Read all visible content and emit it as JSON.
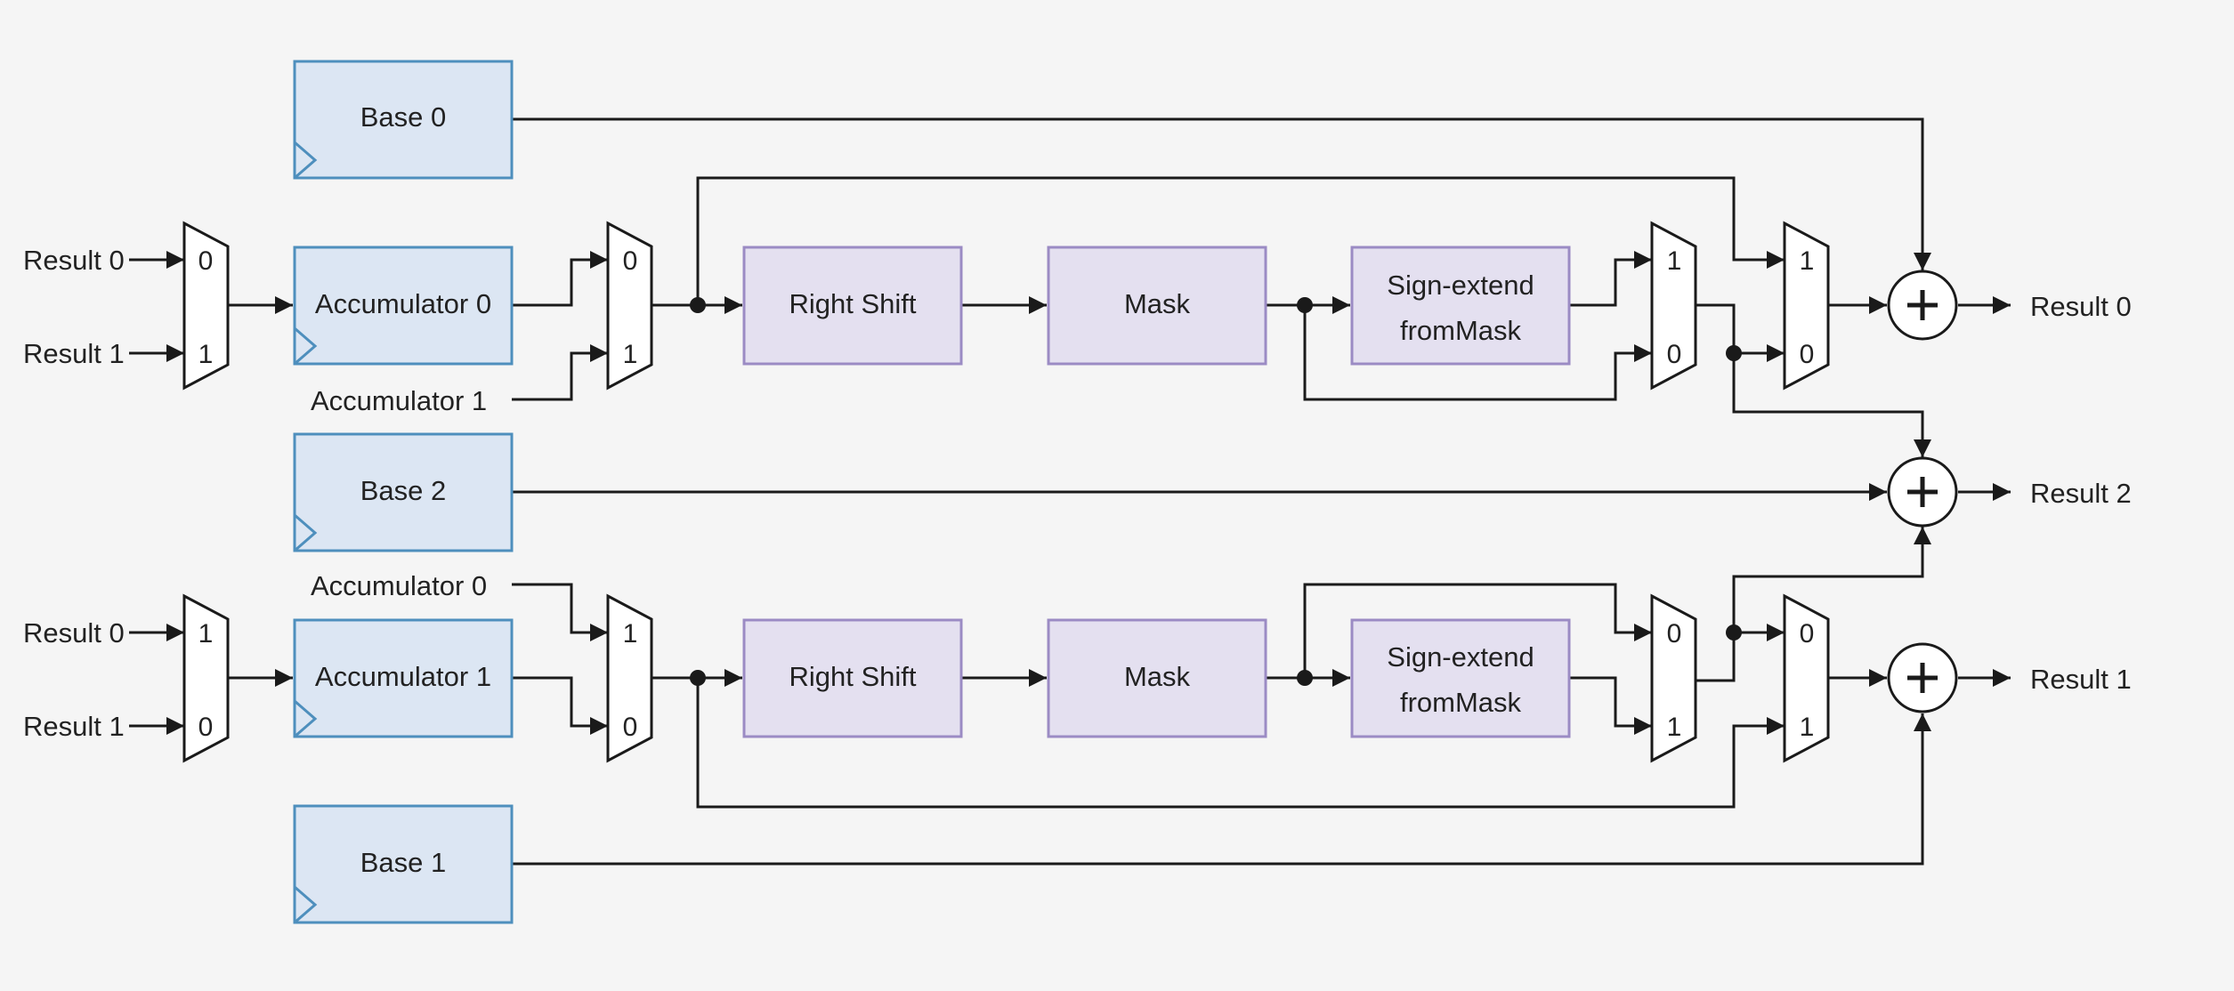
{
  "registers": {
    "base0": "Base 0",
    "acc0": "Accumulator 0",
    "base2": "Base 2",
    "acc1": "Accumulator 1",
    "base1": "Base 1"
  },
  "blocks": {
    "top": {
      "shift": "Right Shift",
      "mask": "Mask",
      "sign_line1": "Sign-extend",
      "sign_line2": "fromMask"
    },
    "bottom": {
      "shift": "Right Shift",
      "mask": "Mask",
      "sign_line1": "Sign-extend",
      "sign_line2": "fromMask"
    }
  },
  "inputs": {
    "top_in0": "Result 0",
    "top_in1": "Result 1",
    "top_acc1": "Accumulator 1",
    "bot_acc0": "Accumulator 0",
    "bot_in0": "Result 0",
    "bot_in1": "Result 1"
  },
  "outputs": {
    "result0": "Result 0",
    "result2": "Result 2",
    "result1": "Result 1"
  },
  "mux_labels": {
    "in_mux_top": [
      "0",
      "1"
    ],
    "sel_mux_top": [
      "0",
      "1"
    ],
    "sign_mux_top": [
      "1",
      "0"
    ],
    "out_mux_top": [
      "1",
      "0"
    ],
    "in_mux_bot": [
      "1",
      "0"
    ],
    "sel_mux_bot": [
      "1",
      "0"
    ],
    "sign_mux_bot": [
      "0",
      "1"
    ],
    "out_mux_bot": [
      "0",
      "1"
    ]
  },
  "colors": {
    "register_fill": "#dce6f3",
    "register_stroke": "#4e8fbd",
    "block_fill": "#e4e0f0",
    "block_stroke": "#9b8bc4",
    "background": "#f5f5f5"
  }
}
